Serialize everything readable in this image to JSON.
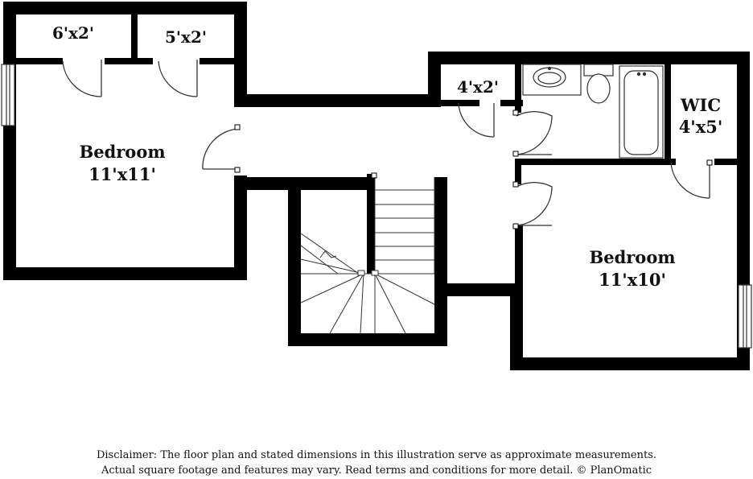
{
  "rooms": {
    "closet_left": {
      "size": "6'x2'"
    },
    "closet_mid": {
      "size": "5'x2'"
    },
    "closet_hall": {
      "size": "4'x2'"
    },
    "bedroom_left": {
      "name": "Bedroom",
      "size": "11'x11'"
    },
    "bedroom_right": {
      "name": "Bedroom",
      "size": "11'x10'"
    },
    "wic": {
      "name": "WIC",
      "size": "4'x5'"
    }
  },
  "disclaimer": {
    "line1": "Disclaimer: The floor plan and stated dimensions in this illustration serve as approximate measurements.",
    "line2": "Actual square footage and features may vary. Read terms and conditions for more detail. © PlanOmatic"
  },
  "colors": {
    "wall": "#000000",
    "fixture": "#333333",
    "background": "#ffffff"
  }
}
